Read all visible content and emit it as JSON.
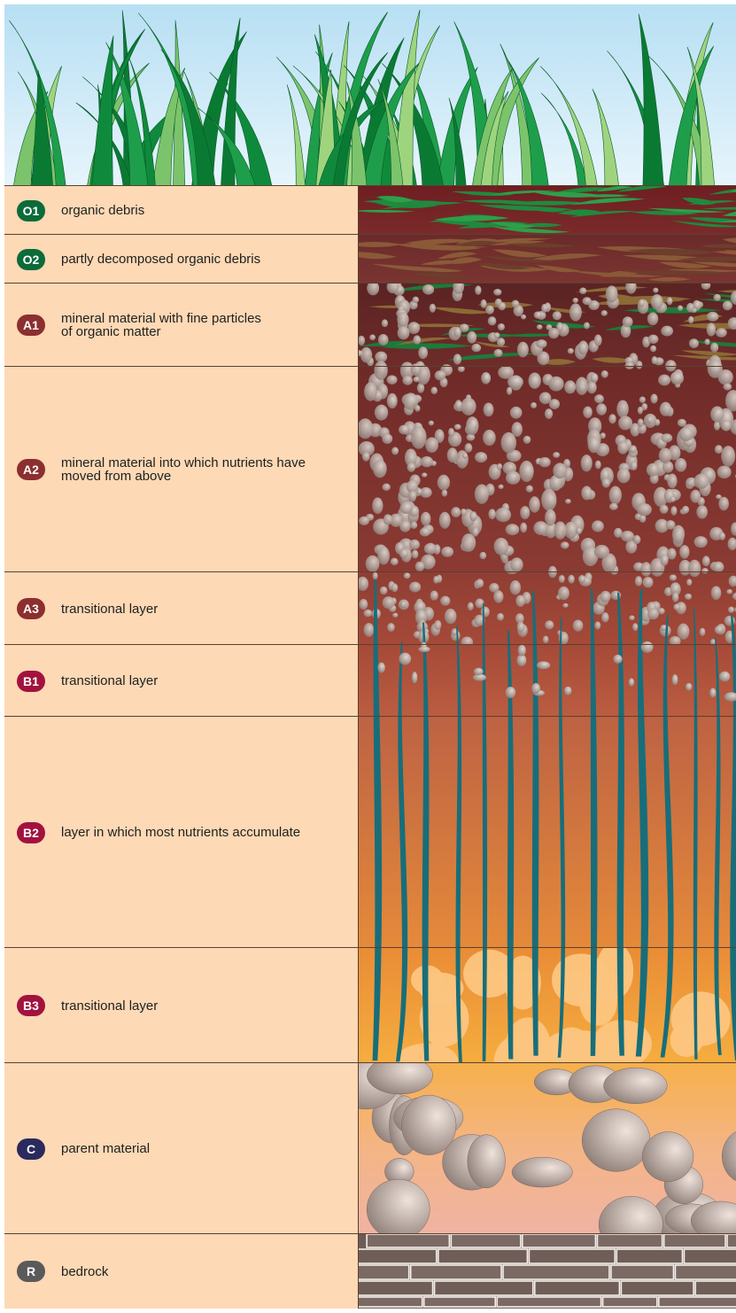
{
  "layers": [
    {
      "code": "O1",
      "description": "organic debris",
      "color": "#0b6b3a"
    },
    {
      "code": "O2",
      "description": "partly decomposed organic debris",
      "color": "#0b6b3a"
    },
    {
      "code": "A1",
      "description": "mineral material with fine particles\nof organic matter",
      "color": "#8c2f2f"
    },
    {
      "code": "A2",
      "description": "mineral material into which nutrients have\nmoved from above",
      "color": "#8c2f2f"
    },
    {
      "code": "A3",
      "description": "transitional layer",
      "color": "#8c2f2f"
    },
    {
      "code": "B1",
      "description": "transitional layer",
      "color": "#a3123f"
    },
    {
      "code": "B2",
      "description": "layer in which most nutrients accumulate",
      "color": "#a3123f"
    },
    {
      "code": "B3",
      "description": "transitional layer",
      "color": "#a3123f"
    },
    {
      "code": "C",
      "description": "parent material",
      "color": "#2a2a5e"
    },
    {
      "code": "R",
      "description": "bedrock",
      "color": "#5a5a5a"
    }
  ],
  "colors": {
    "label_panel": "#fdd9b5",
    "sky": "#c6e7f7",
    "grass_dark": "#0f8a3c",
    "grass_light": "#7cc46b",
    "roots": "#176e7a"
  }
}
